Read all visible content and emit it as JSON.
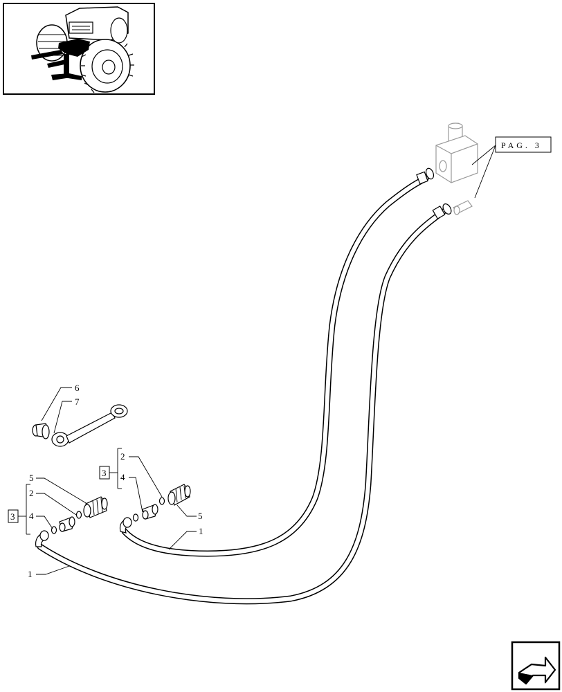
{
  "callouts": {
    "hose_left": "1",
    "hose_right": "1",
    "oring_left": "2",
    "oring_right": "2",
    "group_left": "3",
    "group_right": "3",
    "adapter_left": "4",
    "adapter_right": "4",
    "coupler_left": "5",
    "coupler_right": "5",
    "cap": "6",
    "cap_strap": "7"
  },
  "page_reference": "PAG. 3",
  "icons": {
    "locator": "tractor-locator-icon",
    "next_page": "next-page-arrow-icon"
  },
  "colors": {
    "line": "#000000",
    "ghost_line": "#9a9a9a",
    "background": "#ffffff"
  }
}
